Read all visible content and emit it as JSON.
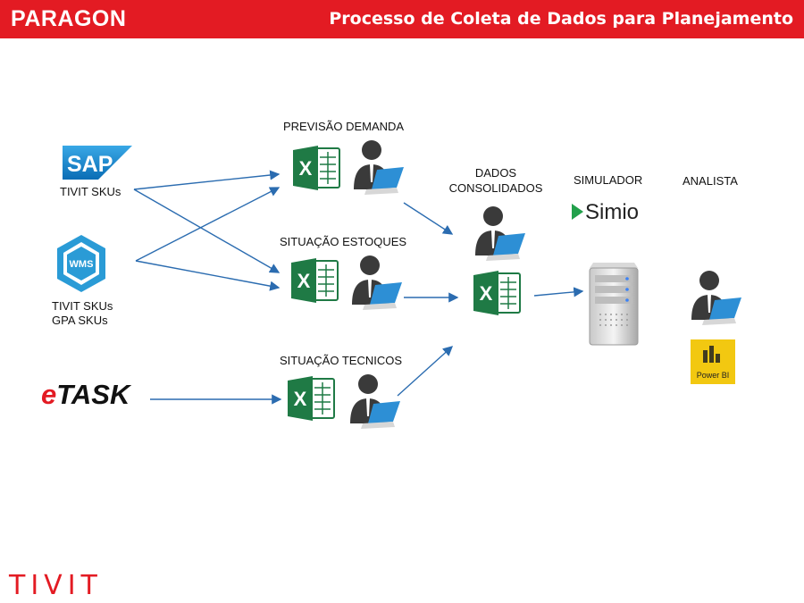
{
  "header": {
    "brand": "PARAGON",
    "title": "Processo de Coleta de Dados para Planejamento"
  },
  "sources": {
    "sap_logo": "SAP",
    "sap_label": "TIVIT SKUs",
    "wms_logo": "WMS",
    "wms_label_1": "TIVIT SKUs",
    "wms_label_2": "GPA SKUs",
    "etask_e": "e",
    "etask_rest": "TASK"
  },
  "stages": {
    "previsao": "PREVISÃO DEMANDA",
    "estoques": "SITUAÇÃO ESTOQUES",
    "tecnicos": "SITUAÇÃO TECNICOS",
    "dados_1": "DADOS",
    "dados_2": "CONSOLIDADOS",
    "simulador": "SIMULADOR",
    "analista": "ANALISTA"
  },
  "tools": {
    "simio": "Simio",
    "powerbi": "Power BI"
  },
  "footer": {
    "logo": "TIVIT"
  },
  "colors": {
    "brand_red": "#e31b23",
    "excel_green": "#1f7a45",
    "arrow_blue": "#2b6cb0",
    "laptop_blue": "#2d8fd5",
    "powerbi_yellow": "#f2c811"
  }
}
